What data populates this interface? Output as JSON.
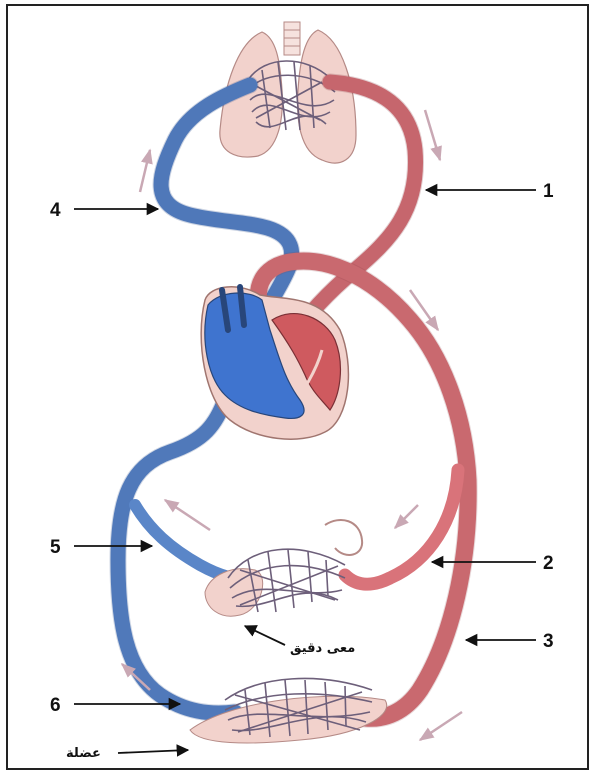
{
  "labels": {
    "n1": "1",
    "n2": "2",
    "n3": "3",
    "n4": "4",
    "n5": "5",
    "n6": "6",
    "intestine": "معى دقيق",
    "muscle": "عضلة"
  },
  "colors": {
    "oxygenated": "#d9737a",
    "deoxygenated": "#5a86c8",
    "heart_left": "#cf5a5f",
    "heart_right": "#3f74cf",
    "capillary": "#6d5f7a",
    "organ": "#f2d2cc",
    "flow_arrow": "#c9a8b4"
  }
}
